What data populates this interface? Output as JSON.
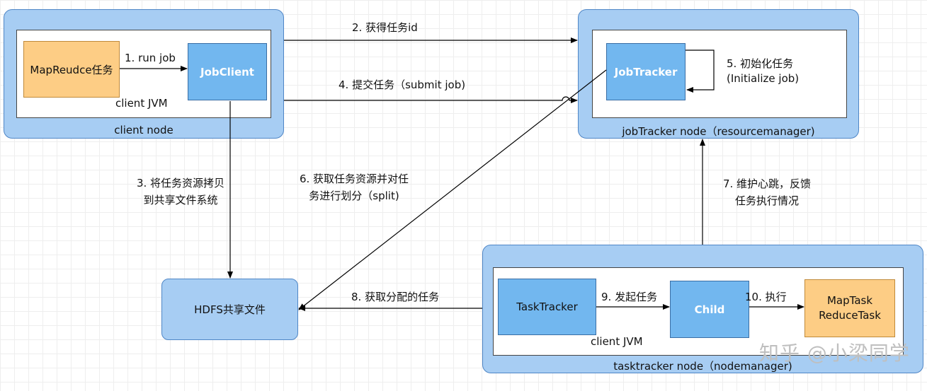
{
  "nodes": {
    "client": {
      "label": "client node",
      "jvm": "client JVM"
    },
    "jobtracker": {
      "label": "jobTracker node（resourcemanager)"
    },
    "tasktracker": {
      "label": "tasktracker node（nodemanager)",
      "jvm": "client JVM"
    }
  },
  "boxes": {
    "mapreduce": "MapReudce任务",
    "jobclient": "JobClient",
    "jobtracker": "JobTracker",
    "hdfs": "HDFS共享文件",
    "tasktracker": "TaskTracker",
    "child": "Child",
    "maptask": "MapTask",
    "reducetask": "ReduceTask"
  },
  "steps": {
    "s1": "1. run job",
    "s2": "2. 获得任务id",
    "s3_line1": "3. 将任务资源拷贝",
    "s3_line2": "到共享文件系统",
    "s4": "4. 提交任务（submit job)",
    "s5_line1": "5. 初始化任务",
    "s5_line2": "(Initialize job)",
    "s6_line1": "6. 获取任务资源并对任",
    "s6_line2": "务进行划分（split)",
    "s7_line1": "7. 维护心跳，反馈",
    "s7_line2": "任务执行情况",
    "s8": "8. 获取分配的任务",
    "s9": "9. 发起任务",
    "s10": "10. 执行"
  },
  "watermark": "知乎 @小梁同学",
  "colors": {
    "node_fill": "#a7cdf3",
    "box_blue": "#72b7ef",
    "box_orange": "#fdcd85",
    "arrow": "#000000"
  }
}
